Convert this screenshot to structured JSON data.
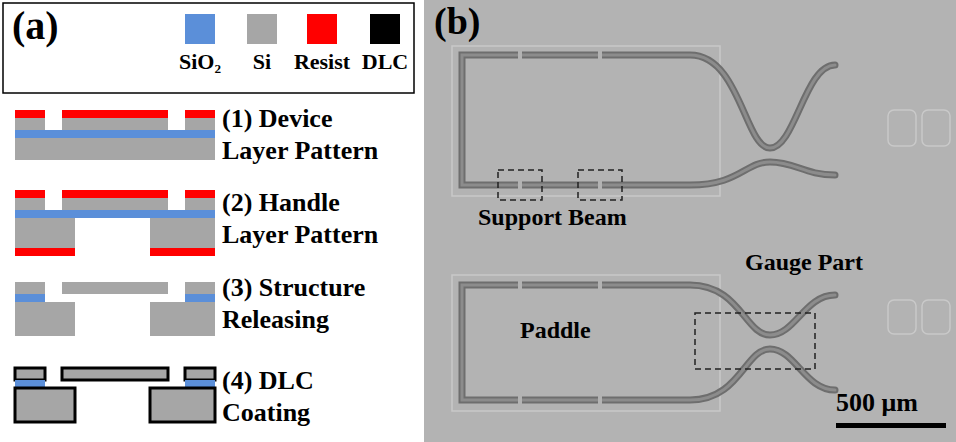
{
  "diagram": {
    "labels": [
      "(a)",
      "(1) Device Layer Pattern",
      "(2) Handle Layer Pattern",
      "(3) Structure Releasing",
      "(4) DLC Coating",
      "(b)",
      "Support Beam",
      "Gauge Part",
      "Paddle",
      "500 μm"
    ],
    "legend": [
      {
        "text": "SiO₂",
        "color": "#5b8fd9"
      },
      {
        "text": "Si",
        "color": "#a6a6a6"
      },
      {
        "text": "Resist",
        "color": "#ff0000"
      },
      {
        "text": "DLC",
        "color": "#000000"
      }
    ]
  }
}
